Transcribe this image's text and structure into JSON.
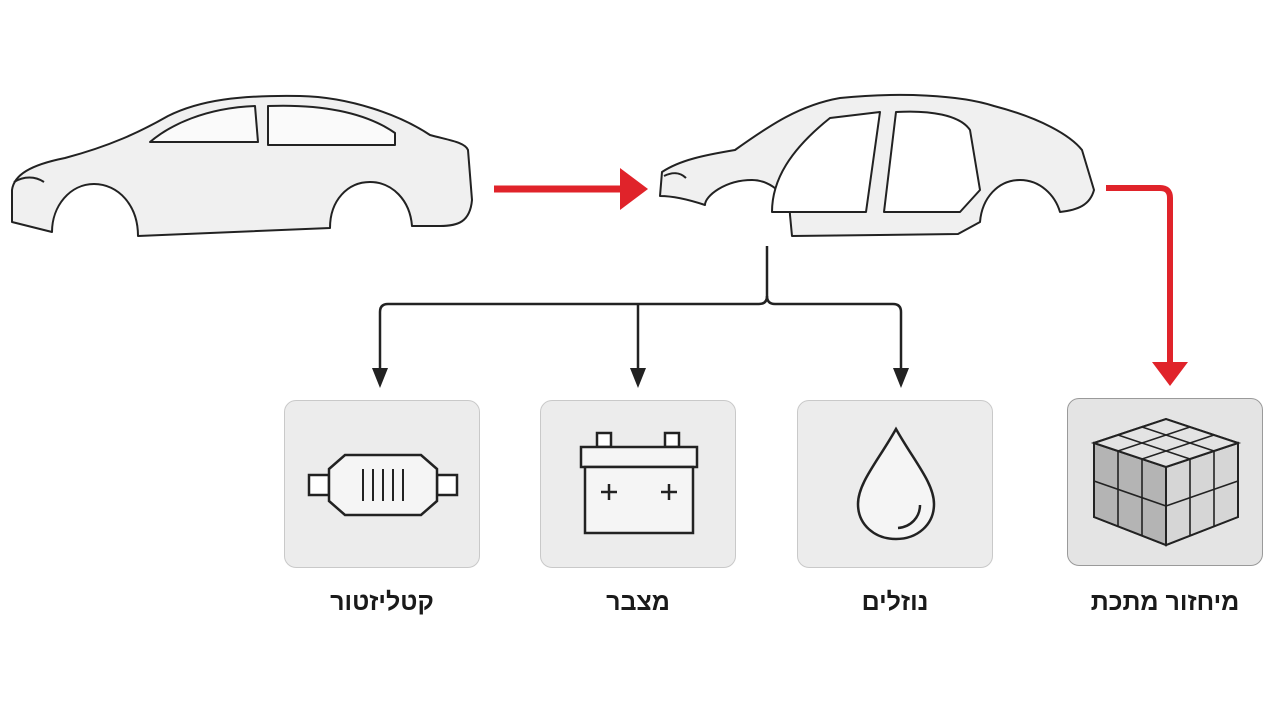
{
  "colors": {
    "recycle_arrow": "#e0232a",
    "branch_lines": "#222222",
    "outline": "#222222",
    "car_fill": "#f0f0f0",
    "box_fill": "#ececec"
  },
  "nodes": {
    "full_car": {
      "icon": "car-side-icon"
    },
    "stripped_body": {
      "icon": "car-body-shell-icon"
    },
    "catalytic": {
      "label": "קטליזטור",
      "icon": "catalytic-converter-icon"
    },
    "battery": {
      "label": "מצבר",
      "icon": "car-battery-icon"
    },
    "fluids": {
      "label": "נוזלים",
      "icon": "drop-icon"
    },
    "metal": {
      "label": "מיחזור מתכת",
      "icon": "compressed-metal-cube-icon"
    }
  }
}
